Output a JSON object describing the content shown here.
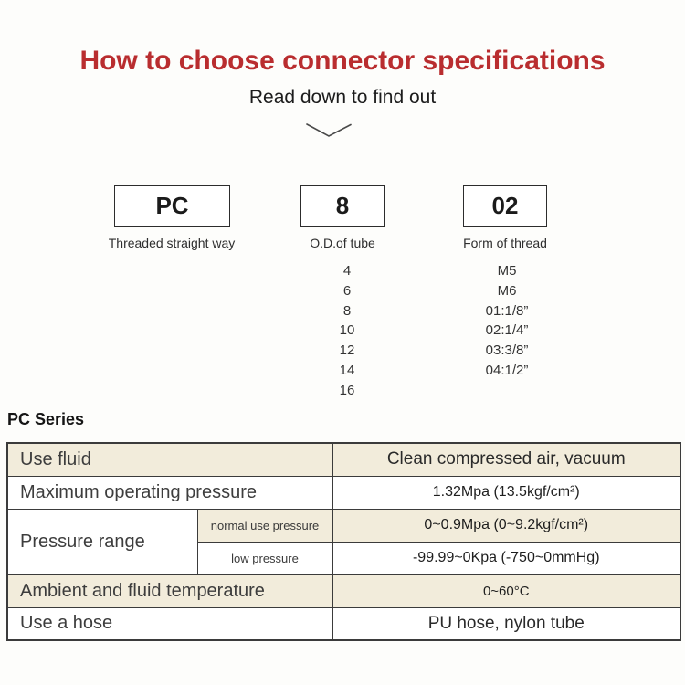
{
  "header": {
    "title": "How to choose connector specifications",
    "subtitle": "Read down to find out"
  },
  "icons": {
    "chevron_down": "chevron-down"
  },
  "selector": {
    "columns": [
      {
        "code": "PC",
        "label": "Threaded straight way",
        "options": []
      },
      {
        "code": "8",
        "label": "O.D.of tube",
        "options": [
          "4",
          "6",
          "8",
          "10",
          "12",
          "14",
          "16"
        ]
      },
      {
        "code": "02",
        "label": "Form of thread",
        "options": [
          "M5",
          "M6",
          "01:1/8”",
          "02:1/4”",
          "03:3/8”",
          "04:1/2”"
        ]
      }
    ]
  },
  "series": {
    "heading": "PC Series",
    "table": {
      "rows": [
        {
          "label": "Use fluid",
          "value": "Clean compressed air, vacuum"
        },
        {
          "label": "Maximum operating pressure",
          "value": "1.32Mpa (13.5kgf/cm²)"
        },
        {
          "label": "Pressure range",
          "sub_rows": [
            {
              "label": "normal use pressure",
              "value": "0~0.9Mpa (0~9.2kgf/cm²)"
            },
            {
              "label": "low pressure",
              "value": "-99.99~0Kpa (-750~0mmHg)"
            }
          ]
        },
        {
          "label": "Ambient and fluid temperature",
          "value": "0~60°C"
        },
        {
          "label": "Use a hose",
          "value": "PU hose, nylon tube"
        }
      ]
    }
  },
  "colors": {
    "accent_red": "#b92d2f",
    "row_beige": "#f2ecdb",
    "table_border": "#3b3b3b",
    "background": "#fdfdfb"
  }
}
